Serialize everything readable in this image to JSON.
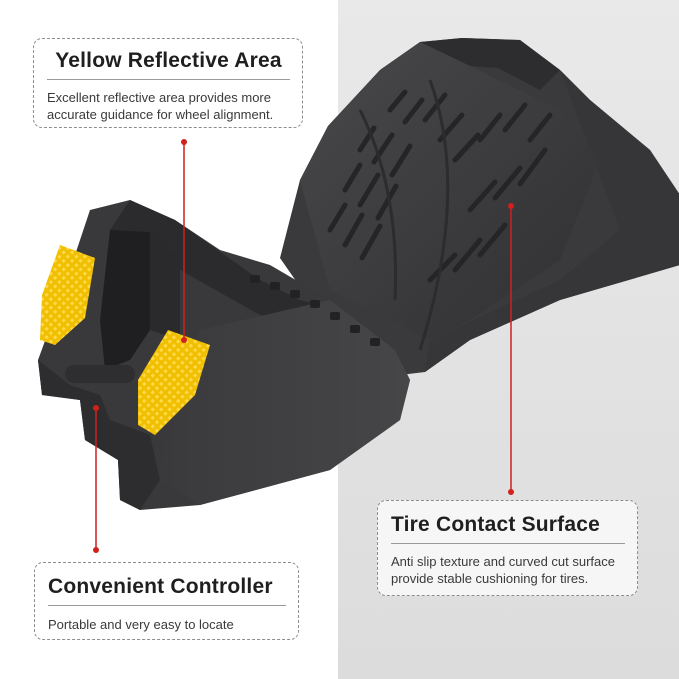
{
  "callouts": {
    "yellow": {
      "title": "Yellow Reflective Area",
      "desc1": "Excellent reflective area provides more",
      "desc2": "accurate guidance for wheel alignment."
    },
    "tire": {
      "title": "Tire Contact Surface",
      "desc1": "Anti slip texture and curved cut surface",
      "desc2": "provide stable cushioning for tires."
    },
    "controller": {
      "title": "Convenient Controller",
      "desc1": "Portable and very easy to locate"
    }
  },
  "colors": {
    "chock_body": "#3b3b3c",
    "chock_shadow": "#2a2a2b",
    "reflector": "#f2c200",
    "leader_line": "#d0211c",
    "background_right": "#e2e2e2"
  }
}
